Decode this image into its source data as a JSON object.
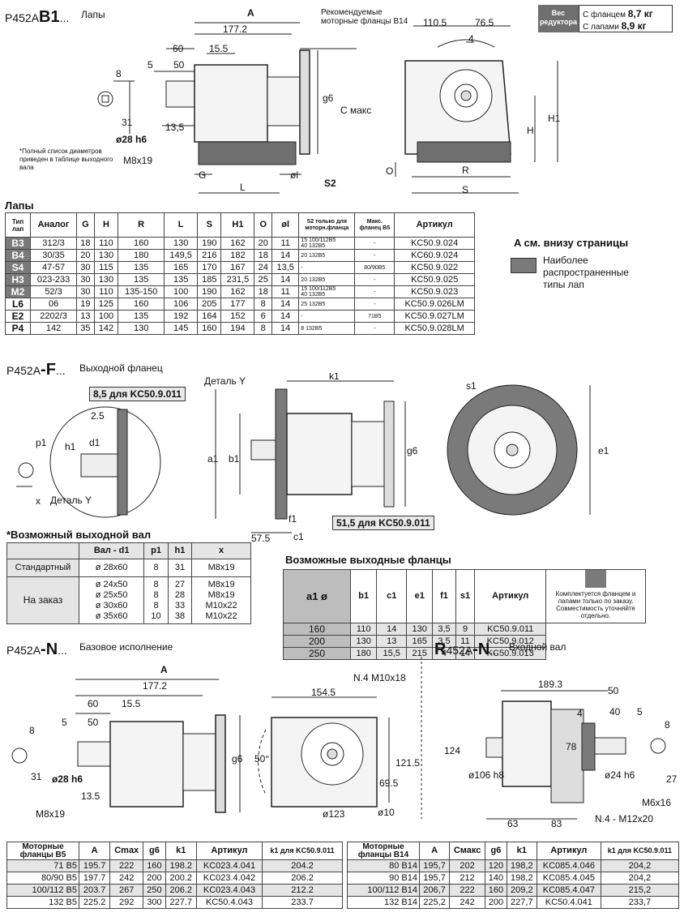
{
  "header": {
    "model": "P452A",
    "variant": "B1",
    "suffix": "...",
    "title": "Лапы",
    "flange_note": "Рекомендуемые моторные фланцы B14",
    "footnote": "*Полный список диаметров приведен в таблице выходного вала"
  },
  "weight": {
    "label": "Вес редуктора",
    "rows": [
      {
        "label": "С фланцем",
        "value": "8,7 кг"
      },
      {
        "label": "С лапами",
        "value": "8,9 кг"
      }
    ]
  },
  "top_drawing": {
    "dims": [
      "A",
      "177.2",
      "60",
      "15.5",
      "5",
      "50",
      "8",
      "31",
      "ø28 h6",
      "13,5",
      "M8x19",
      "g6",
      "C макс",
      "G",
      "L",
      "øl",
      "S2",
      "110.5",
      "76.5",
      "4",
      "H1",
      "H",
      "O",
      "R",
      "S"
    ]
  },
  "feet": {
    "title": "Лапы",
    "headers": [
      "Тип лап",
      "Аналог",
      "G",
      "H",
      "R",
      "L",
      "S",
      "H1",
      "O",
      "øl",
      "S2 только для моторн.фланца",
      "Макс. фланец B5",
      "Артикул"
    ],
    "rows": [
      {
        "code": "B3",
        "analog": "312/3",
        "G": "18",
        "H": "110",
        "R": "160",
        "L": "130",
        "S": "190",
        "H1": "162",
        "O": "20",
        "l": "11",
        "s2": "15 100/112B5\n40 132B5",
        "b5": "-",
        "art": "KC50.9.024",
        "hl": true
      },
      {
        "code": "B4",
        "analog": "30/35",
        "G": "20",
        "H": "130",
        "R": "180",
        "L": "149,5",
        "S": "216",
        "H1": "182",
        "O": "18",
        "l": "14",
        "s2": "20 132B5",
        "b5": "-",
        "art": "KC60.9.024",
        "hl": true
      },
      {
        "code": "S4",
        "analog": "47-57",
        "G": "30",
        "H": "115",
        "R": "135",
        "L": "165",
        "S": "170",
        "H1": "167",
        "O": "24",
        "l": "13,5",
        "s2": "-",
        "b5": "80/90B5",
        "art": "KC50.9.022",
        "hl": true
      },
      {
        "code": "H3",
        "analog": "023-233",
        "G": "30",
        "H": "130",
        "R": "135",
        "L": "135",
        "S": "185",
        "H1": "231,5",
        "O": "25",
        "l": "14",
        "s2": "20 132B5",
        "b5": "-",
        "art": "KC50.9.025",
        "hl": true
      },
      {
        "code": "M2",
        "analog": "52/3",
        "G": "30",
        "H": "110",
        "R": "135-150",
        "L": "100",
        "S": "190",
        "H1": "162",
        "O": "18",
        "l": "11",
        "s2": "15 100/112B5\n40 132B5",
        "b5": "-",
        "art": "KC50.9.023",
        "hl": true
      },
      {
        "code": "L6",
        "analog": "06",
        "G": "19",
        "H": "125",
        "R": "160",
        "L": "106",
        "S": "205",
        "H1": "177",
        "O": "8",
        "l": "14",
        "s2": "25 132B5",
        "b5": "-",
        "art": "KC50.9.026LM",
        "hl": false
      },
      {
        "code": "E2",
        "analog": "2202/3",
        "G": "13",
        "H": "100",
        "R": "135",
        "L": "192",
        "S": "164",
        "H1": "152",
        "O": "6",
        "l": "14",
        "s2": "-",
        "b5": "71B5",
        "art": "KC50.9.027LM",
        "hl": false
      },
      {
        "code": "P4",
        "analog": "142",
        "G": "35",
        "H": "142",
        "R": "130",
        "L": "145",
        "S": "160",
        "H1": "194",
        "O": "8",
        "l": "14",
        "s2": "8 132B5",
        "b5": "-",
        "art": "KC50.9.028LM",
        "hl": false
      }
    ],
    "legend_title": "A см. внизу страницы",
    "legend_text": "Наиболее распространенные типы лап"
  },
  "flange_section": {
    "model": "P452A",
    "variant": "-F",
    "suffix": "...",
    "title": "Выходной фланец",
    "detail_label": "Деталь Y",
    "note_85": "8,5 для KC50.9.011",
    "note_515": "51,5 для KC50.9.011",
    "dims": [
      "2.5",
      "p1",
      "h1",
      "d1",
      "x",
      "k1",
      "a1",
      "b1",
      "g6",
      "f1",
      "c1",
      "57.5",
      "s1",
      "e1"
    ]
  },
  "shaft": {
    "title": "*Возможный выходной вал",
    "headers": [
      "",
      "Вал - d1",
      "p1",
      "h1",
      "x"
    ],
    "standard": {
      "label": "Стандартный",
      "d1": "ø 28x60",
      "p1": "8",
      "h1": "31",
      "x": "M8x19"
    },
    "order_label": "На заказ",
    "order": [
      {
        "d1": "ø 24x50",
        "p1": "8",
        "h1": "27",
        "x": "M8x19"
      },
      {
        "d1": "ø 25x50",
        "p1": "8",
        "h1": "28",
        "x": "M8x19"
      },
      {
        "d1": "ø 30x60",
        "p1": "8",
        "h1": "33",
        "x": "M10x22"
      },
      {
        "d1": "ø 35x60",
        "p1": "10",
        "h1": "38",
        "x": "M10x22"
      }
    ]
  },
  "flanges": {
    "title": "Возможные выходные фланцы",
    "headers": [
      "a1 ø",
      "b1",
      "c1",
      "e1",
      "f1",
      "s1",
      "Артикул"
    ],
    "rows": [
      {
        "a1": "160",
        "b1": "110",
        "c1": "14",
        "e1": "130",
        "f1": "3,5",
        "s1": "9",
        "art": "KC50.9.011"
      },
      {
        "a1": "200",
        "b1": "130",
        "c1": "13",
        "e1": "165",
        "f1": "3,5",
        "s1": "11",
        "art": "KC50.9.012"
      },
      {
        "a1": "250",
        "b1": "180",
        "c1": "15,5",
        "e1": "215",
        "f1": "4",
        "s1": "14",
        "art": "KC50.9.013"
      }
    ],
    "note": "Комплектуется фланцем и лапами только по заказу. Совместимость уточняйте отдельно."
  },
  "base_section": {
    "model": "P452A",
    "variant": "-N",
    "suffix": "...",
    "title": "Базовое исполнение",
    "dims": [
      "A",
      "177.2",
      "60",
      "15.5",
      "5",
      "50",
      "8",
      "31",
      "ø28 h6",
      "13.5",
      "M8x19",
      "g6",
      "N.4 M10x18",
      "154.5",
      "50°",
      "121.5",
      "69.5",
      "ø123",
      "ø10"
    ]
  },
  "input_section": {
    "prefix": "R",
    "model": "452A",
    "variant": "-N",
    "suffix": "...",
    "title": "Входной вал",
    "dims": [
      "189.3",
      "50",
      "40",
      "5",
      "4",
      "8",
      "ø106 h8",
      "124",
      "78",
      "ø24 h6",
      "27",
      "M6x16",
      "63",
      "83",
      "N.4 - M12x20"
    ]
  },
  "motor_b5": {
    "headers": [
      "Моторные фланцы B5",
      "A",
      "Cmax",
      "g6",
      "k1",
      "Артикул",
      "k1 для KC50.9.011"
    ],
    "rows": [
      [
        "71 B5",
        "195.7",
        "222",
        "160",
        "198.2",
        "KC023.4.041",
        "204.2"
      ],
      [
        "80/90 B5",
        "197.7",
        "242",
        "200",
        "200.2",
        "KC023.4.042",
        "206.2"
      ],
      [
        "100/112 B5",
        "203.7",
        "267",
        "250",
        "206.2",
        "KC023.4.043",
        "212.2"
      ],
      [
        "132 B5",
        "225.2",
        "292",
        "300",
        "227.7",
        "KC50.4.043",
        "233.7"
      ]
    ]
  },
  "motor_b14": {
    "headers": [
      "Моторные фланцы B14",
      "A",
      "Cмакс",
      "g6",
      "k1",
      "Артикул",
      "k1 для KC50.9.011"
    ],
    "rows": [
      [
        "80 B14",
        "195,7",
        "202",
        "120",
        "198,2",
        "KC085.4.046",
        "204,2"
      ],
      [
        "90 B14",
        "195,7",
        "212",
        "140",
        "198,2",
        "KC085.4.045",
        "204,2"
      ],
      [
        "100/112 B14",
        "206,7",
        "222",
        "160",
        "209,2",
        "KC085.4.047",
        "215,2"
      ],
      [
        "132 B14",
        "225,2",
        "242",
        "200",
        "227,7",
        "KC50.4.041",
        "233,7"
      ]
    ]
  },
  "colors": {
    "gray": "#7a7a7a",
    "light": "#e5e5e5"
  }
}
